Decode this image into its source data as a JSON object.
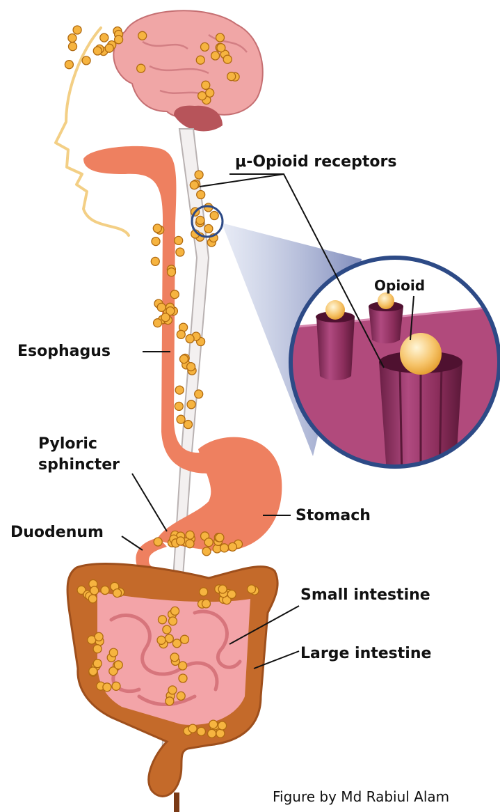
{
  "labels": {
    "receptors": "μ-Opioid receptors",
    "opioid": "Opioid",
    "esophagus": "Esophagus",
    "pyloric_line1": "Pyloric",
    "pyloric_line2": "sphincter",
    "duodenum": "Duodenum",
    "stomach": "Stomach",
    "small_intestine": "Small intestine",
    "large_intestine": "Large intestine"
  },
  "credit": "Figure by Md Rabiul Alam",
  "colors": {
    "gut": "#ee8060",
    "brain": "#f0a6a6",
    "receptor_dot": "#f6b440",
    "large_intestine": "#c46a2a",
    "small_intestine": "#f3a4a8",
    "magnifier_ring": "#2d4a86",
    "membrane": "#b14a7c",
    "receptor": "#8c2e5c"
  }
}
